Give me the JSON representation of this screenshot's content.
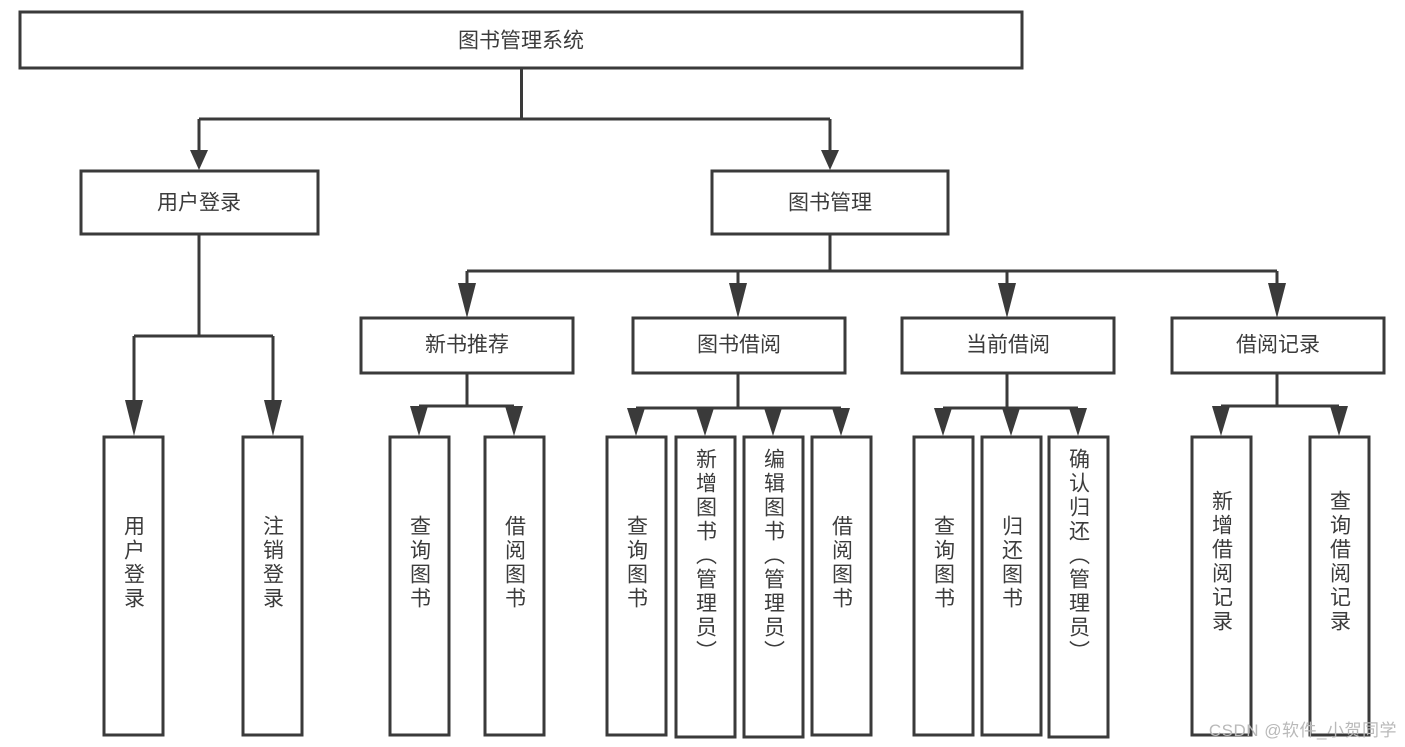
{
  "diagram": {
    "title": "图书管理系统",
    "type": "tree-hierarchy",
    "colors": {
      "stroke": "#3a3a3a",
      "text": "#3c3c3c",
      "background": "#ffffff",
      "watermark": "#b9b9b9"
    },
    "root": {
      "label": "图书管理系统"
    },
    "level1": [
      {
        "label": "用户登录"
      },
      {
        "label": "图书管理"
      }
    ],
    "level2": [
      {
        "label": "新书推荐"
      },
      {
        "label": "图书借阅"
      },
      {
        "label": "当前借阅"
      },
      {
        "label": "借阅记录"
      }
    ],
    "leaves": {
      "user_login": [
        {
          "label": "用户登录"
        },
        {
          "label": "注销登录"
        }
      ],
      "new_book_recommend": [
        {
          "label": "查询图书"
        },
        {
          "label": "借阅图书"
        }
      ],
      "book_borrow": [
        {
          "label": "查询图书"
        },
        {
          "label": "新增图书（管理员）"
        },
        {
          "label": "编辑图书（管理员）"
        },
        {
          "label": "借阅图书"
        }
      ],
      "current_borrow": [
        {
          "label": "查询图书"
        },
        {
          "label": "归还图书"
        },
        {
          "label": "确认归还（管理员）"
        }
      ],
      "borrow_record": [
        {
          "label": "新增借阅记录"
        },
        {
          "label": "查询借阅记录"
        }
      ]
    }
  },
  "watermark": {
    "text": "CSDN @软件_小贺同学"
  }
}
